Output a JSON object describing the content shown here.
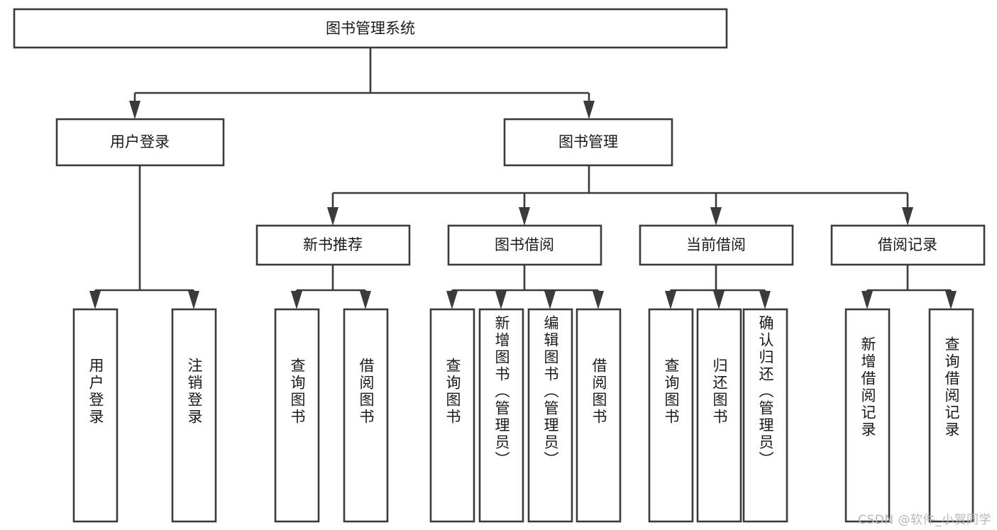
{
  "diagram": {
    "type": "tree",
    "orientation": "top-down",
    "root": {
      "id": "root",
      "label": "图书管理系统"
    },
    "level2": [
      {
        "id": "user-login",
        "label": "用户登录"
      },
      {
        "id": "book-management",
        "label": "图书管理"
      }
    ],
    "level3": [
      {
        "id": "new-book-recommend",
        "label": "新书推荐",
        "parent": "book-management"
      },
      {
        "id": "book-borrow",
        "label": "图书借阅",
        "parent": "book-management"
      },
      {
        "id": "current-borrow",
        "label": "当前借阅",
        "parent": "book-management"
      },
      {
        "id": "borrow-record",
        "label": "借阅记录",
        "parent": "book-management"
      }
    ],
    "leaves": [
      {
        "id": "leaf-user-login",
        "label": "用户登录",
        "parent": "user-login"
      },
      {
        "id": "leaf-logout-login",
        "label": "注销登录",
        "parent": "user-login"
      },
      {
        "id": "leaf-query-book-rec",
        "label": "查询图书",
        "parent": "new-book-recommend"
      },
      {
        "id": "leaf-borrow-book-rec",
        "label": "借阅图书",
        "parent": "new-book-recommend"
      },
      {
        "id": "leaf-query-book-borrow",
        "label": "查询图书",
        "parent": "book-borrow"
      },
      {
        "id": "leaf-add-book",
        "label": "新增图书（管理员）",
        "parent": "book-borrow"
      },
      {
        "id": "leaf-edit-book",
        "label": "编辑图书（管理员）",
        "parent": "book-borrow"
      },
      {
        "id": "leaf-borrow-book",
        "label": "借阅图书",
        "parent": "book-borrow"
      },
      {
        "id": "leaf-query-book-current",
        "label": "查询图书",
        "parent": "current-borrow"
      },
      {
        "id": "leaf-return-book",
        "label": "归还图书",
        "parent": "current-borrow"
      },
      {
        "id": "leaf-confirm-return",
        "label": "确认归还（管理员）",
        "parent": "current-borrow"
      },
      {
        "id": "leaf-add-record",
        "label": "新增借阅记录",
        "parent": "borrow-record"
      },
      {
        "id": "leaf-query-record",
        "label": "查询借阅记录",
        "parent": "borrow-record"
      }
    ]
  },
  "watermark": {
    "text": "CSDN @软件_小贺同学"
  },
  "colors": {
    "stroke": "#3b3b3b",
    "box_fill": "#ffffff",
    "text": "#1a1a1a",
    "watermark": "#b7b7b7",
    "background": "#ffffff"
  }
}
